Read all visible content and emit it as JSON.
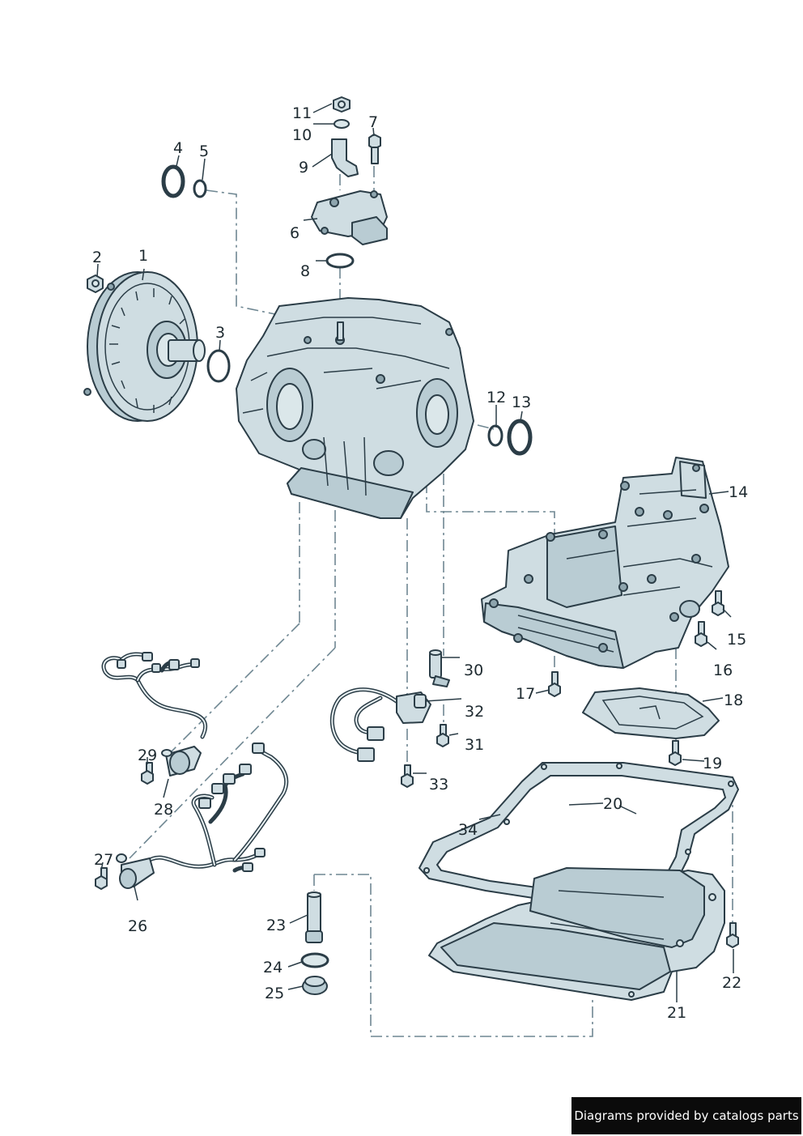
{
  "labels": [
    "1",
    "2",
    "3",
    "4",
    "5",
    "6",
    "7",
    "8",
    "9",
    "10",
    "11",
    "12",
    "13",
    "14",
    "15",
    "16",
    "17",
    "18",
    "19",
    "20",
    "21",
    "22",
    "23",
    "24",
    "25",
    "26",
    "27",
    "28",
    "29",
    "30",
    "31",
    "32",
    "33",
    "34"
  ],
  "footer": {
    "text": "Diagrams provided by catalogs parts"
  },
  "colors": {
    "part_fill": "#cfdde2",
    "outline": "#2b3d47",
    "dash": "#6f8792",
    "footer_bg": "#0b0b0b"
  },
  "icons": [
    "torque-converter",
    "transmission-housing",
    "valve-body",
    "oil-pan",
    "wiring-harness",
    "sensor",
    "bolt",
    "seal-ring"
  ]
}
